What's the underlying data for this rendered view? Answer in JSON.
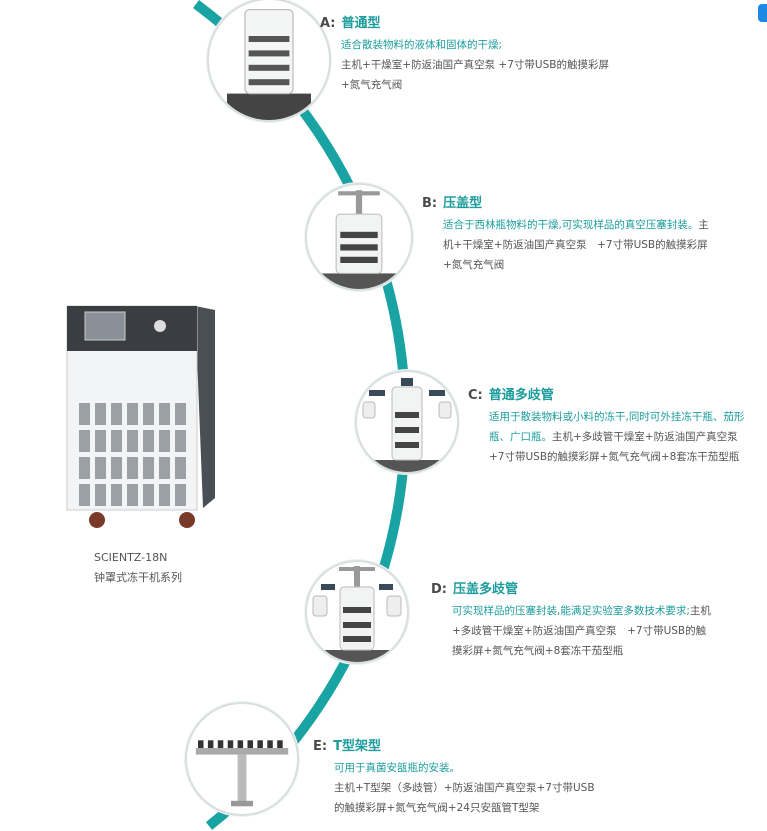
{
  "colors": {
    "accent": "#1c9c9c",
    "text": "#555555"
  },
  "machine": {
    "model": "SCIENTZ-18N",
    "series": "钟罩式冻干机系列"
  },
  "options": [
    {
      "letter": "A:",
      "title": "普通型",
      "highlight": "适合散装物料的液体和固体的干燥;",
      "rest": "主机+干燥室+防返油国产真空泵 +7寸带USB的触摸彩屏+氮气充气阀"
    },
    {
      "letter": "B:",
      "title": "压盖型",
      "highlight": "适合于西林瓶物料的干燥,可实现样品的真空压塞封装。",
      "rest": "主机+干燥室+防返油国产真空泵　+7寸带USB的触摸彩屏+氮气充气阀"
    },
    {
      "letter": "C:",
      "title": "普通多歧管",
      "highlight": "适用于散装物料或小料的冻干,同时可外挂冻干瓶、茄形瓶、广口瓶。",
      "rest": "主机+多歧管干燥室+防返油国产真空泵　+7寸带USB的触摸彩屏+氮气充气阀+8套冻干茄型瓶"
    },
    {
      "letter": "D:",
      "title": "压盖多歧管",
      "highlight": "可实现样品的压塞封装,能满足实验室多数技术要求;",
      "rest": "主机+多歧管干燥室+防返油国产真空泵　+7寸带USB的触摸彩屏+氮气充气阀+8套冻干茄型瓶"
    },
    {
      "letter": "E:",
      "title": "T型架型",
      "highlight": "可用于真菌安瓿瓶的安装。",
      "rest": "主机+T型架（多歧管）+防返油国产真空泵+7寸带USB的触摸彩屏+氮气充气阀+24只安瓿管T型架"
    }
  ]
}
